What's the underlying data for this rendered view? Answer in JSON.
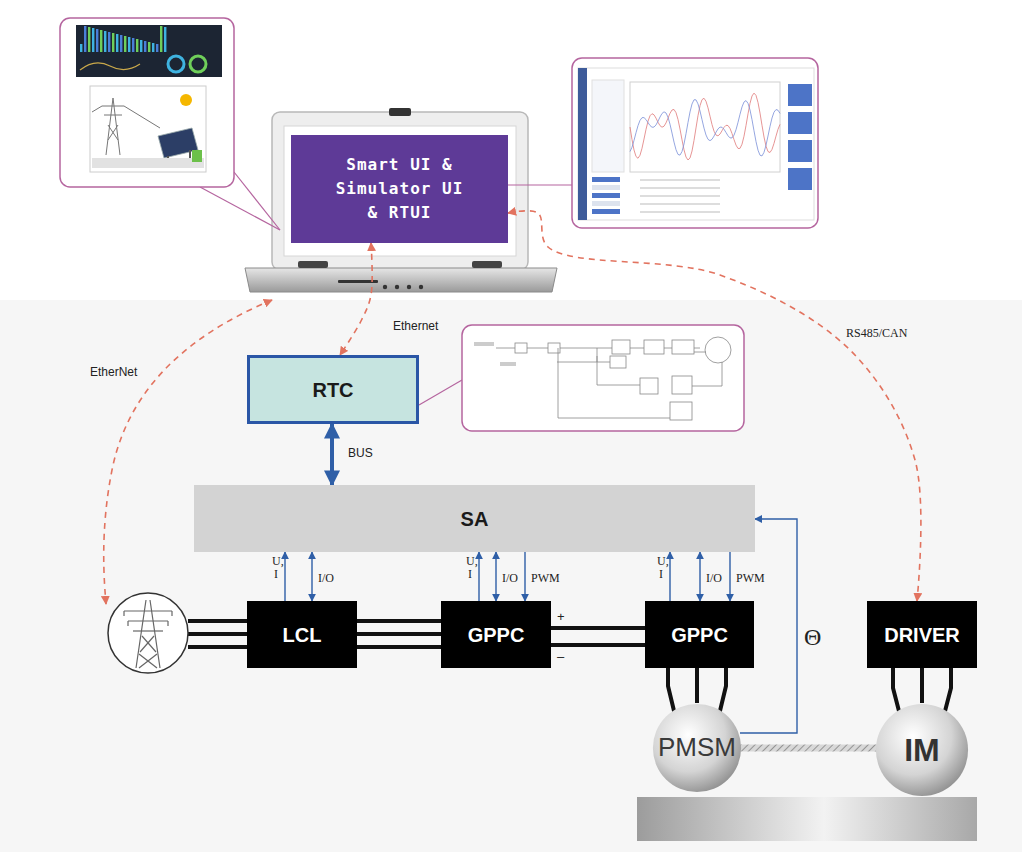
{
  "diagram": {
    "nodes": [
      {
        "text": [
          "Smart UI & Simulator UI & RTUI"
        ]
      },
      {
        "text": [
          "RTC"
        ]
      },
      {
        "text": [
          "SA"
        ]
      },
      {
        "text": [
          "LCL"
        ]
      },
      {
        "text": [
          "GPPC"
        ]
      },
      {
        "text": [
          "GPPC"
        ]
      },
      {
        "text": [
          "DRIVER"
        ]
      },
      {
        "text": [
          "PMSM"
        ]
      },
      {
        "text": [
          "IM"
        ]
      }
    ],
    "edges": [
      {
        "from": 0,
        "to": 1,
        "label": "Ethernet",
        "arrow": "both"
      },
      {
        "from": 0,
        "to": 6,
        "label": "RS485/CAN",
        "arrow": "both"
      },
      {
        "from": 1,
        "to": 2,
        "label": "BUS",
        "arrow": "both"
      },
      {
        "from": 3,
        "to": 2,
        "label": "U, I",
        "arrow": "to"
      },
      {
        "from": 2,
        "to": 3,
        "label": "I/O",
        "arrow": "both"
      },
      {
        "from": 4,
        "to": 2,
        "label": "U, I",
        "arrow": "to"
      },
      {
        "from": 2,
        "to": 4,
        "label": "I/O",
        "arrow": "both"
      },
      {
        "from": 2,
        "to": 4,
        "label": "PWM",
        "arrow": "to"
      },
      {
        "from": 5,
        "to": 2,
        "label": "U, I",
        "arrow": "to"
      },
      {
        "from": 2,
        "to": 5,
        "label": "I/O",
        "arrow": "both"
      },
      {
        "from": 2,
        "to": 5,
        "label": "PWM",
        "arrow": "to"
      },
      {
        "from": 7,
        "to": 2,
        "label": "Θ",
        "arrow": "to"
      },
      {
        "from": 3,
        "to": 4,
        "arrow": "none"
      },
      {
        "from": 4,
        "to": 5,
        "arrow": "none"
      },
      {
        "from": 5,
        "to": 7,
        "arrow": "none"
      },
      {
        "from": 6,
        "to": 8,
        "arrow": "none"
      },
      {
        "from": 7,
        "to": 8,
        "arrow": "none"
      }
    ],
    "labels": [
      "EtherNet",
      "+",
      "–"
    ]
  }
}
